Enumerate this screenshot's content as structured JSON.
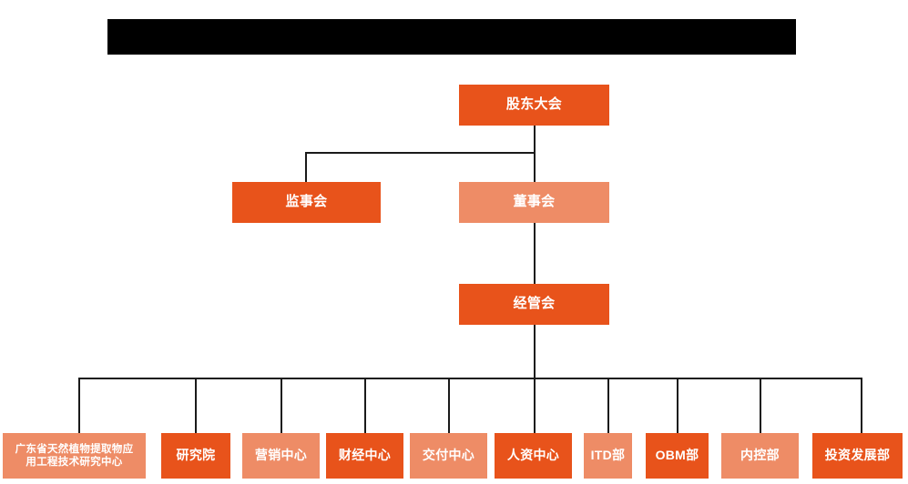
{
  "diagram": {
    "type": "organization-chart",
    "title_banner": {
      "label": "",
      "state": "redacted-black-bar"
    },
    "colors": {
      "dark_orange": "#e8531b",
      "light_salmon": "#ee8c66",
      "connector": "#1a1a1a",
      "background": "#ffffff",
      "banner": "#000000",
      "text": "#ffffff"
    },
    "levels": {
      "level1": [
        {
          "id": "shareholders-meeting",
          "label": "股东大会",
          "shade": "dark"
        }
      ],
      "level2": [
        {
          "id": "board-of-supervisors",
          "label": "监事会",
          "shade": "dark"
        },
        {
          "id": "board-of-directors",
          "label": "董事会",
          "shade": "light"
        }
      ],
      "level3": [
        {
          "id": "management-committee",
          "label": "经管会",
          "shade": "dark"
        }
      ],
      "level4": [
        {
          "id": "gd-plant-extract-research-center",
          "label": "广东省天然植物提取物应用工程技术研究中心",
          "line1": "广东省天然植物提取物应",
          "line2": "用工程技术研究中心",
          "shade": "light"
        },
        {
          "id": "research-institute",
          "label": "研究院",
          "shade": "dark"
        },
        {
          "id": "marketing-center",
          "label": "营销中心",
          "shade": "light"
        },
        {
          "id": "finance-center",
          "label": "财经中心",
          "shade": "dark"
        },
        {
          "id": "delivery-center",
          "label": "交付中心",
          "shade": "light"
        },
        {
          "id": "hr-center",
          "label": "人资中心",
          "shade": "dark"
        },
        {
          "id": "itd-department",
          "label": "ITD部",
          "shade": "light"
        },
        {
          "id": "obm-department",
          "label": "OBM部",
          "shade": "dark"
        },
        {
          "id": "internal-control-department",
          "label": "内控部",
          "shade": "light"
        },
        {
          "id": "investment-development-department",
          "label": "投资发展部",
          "shade": "dark"
        }
      ]
    }
  }
}
